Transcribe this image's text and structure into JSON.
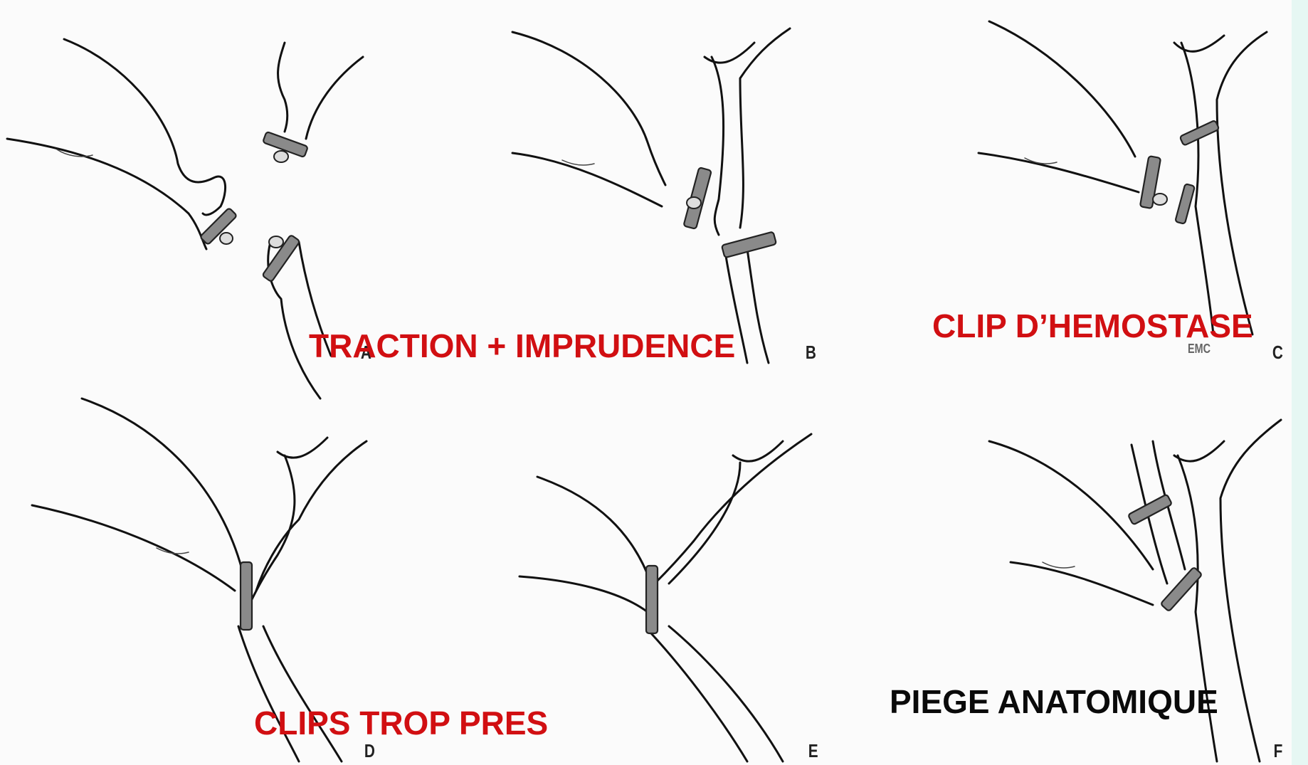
{
  "panels": [
    {
      "letter": "A"
    },
    {
      "letter": "B"
    },
    {
      "letter": "C",
      "mark": "EMC"
    },
    {
      "letter": "D"
    },
    {
      "letter": "E"
    },
    {
      "letter": "F"
    }
  ],
  "captions": {
    "traction": "TRACTION + IMPRUDENCE",
    "hemostase": "CLIP D’HEMOSTASE",
    "clips_pres": "CLIPS TROP PRES",
    "piege": "PIEGE ANATOMIQUE"
  },
  "colors": {
    "caption_red": "#d10f12",
    "caption_black": "#0a0a0a",
    "frame": "#e6f7f3"
  }
}
